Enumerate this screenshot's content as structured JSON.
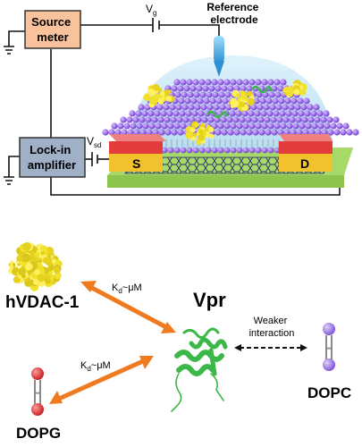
{
  "device": {
    "source_meter": "Source\nmeter",
    "lockin": "Lock-in\namplifier",
    "vg_main": "V",
    "vg_sub": "g",
    "vsd_main": "V",
    "vsd_sub": "sd",
    "reference_electrode": "Reference\nelectrode",
    "source_label": "S",
    "drain_label": "D",
    "colors": {
      "source_meter_fill": "#f7c29c",
      "lockin_fill": "#9fb0c7",
      "electrode_gold": "#f2c12e",
      "electrode_red": "#e23c3c",
      "substrate_green": "#a7d86a",
      "lipid_purple": "#9a6be8",
      "droplet_blue": "#bfe4f4",
      "protein_yellow": "#f0e22a",
      "vpr_green": "#3cb84a",
      "arrow_orange": "#f07a1f"
    }
  },
  "interactions": {
    "hvdac": "hVDAC-1",
    "vpr": "Vpr",
    "dopc": "DOPC",
    "dopg": "DOPG",
    "kd_top_main": "K",
    "kd_top_sub": "d",
    "kd_top_rest": "~μM",
    "kd_bottom_main": "K",
    "kd_bottom_sub": "d",
    "kd_bottom_rest": "~μM",
    "weaker": "Weaker\ninteraction"
  }
}
